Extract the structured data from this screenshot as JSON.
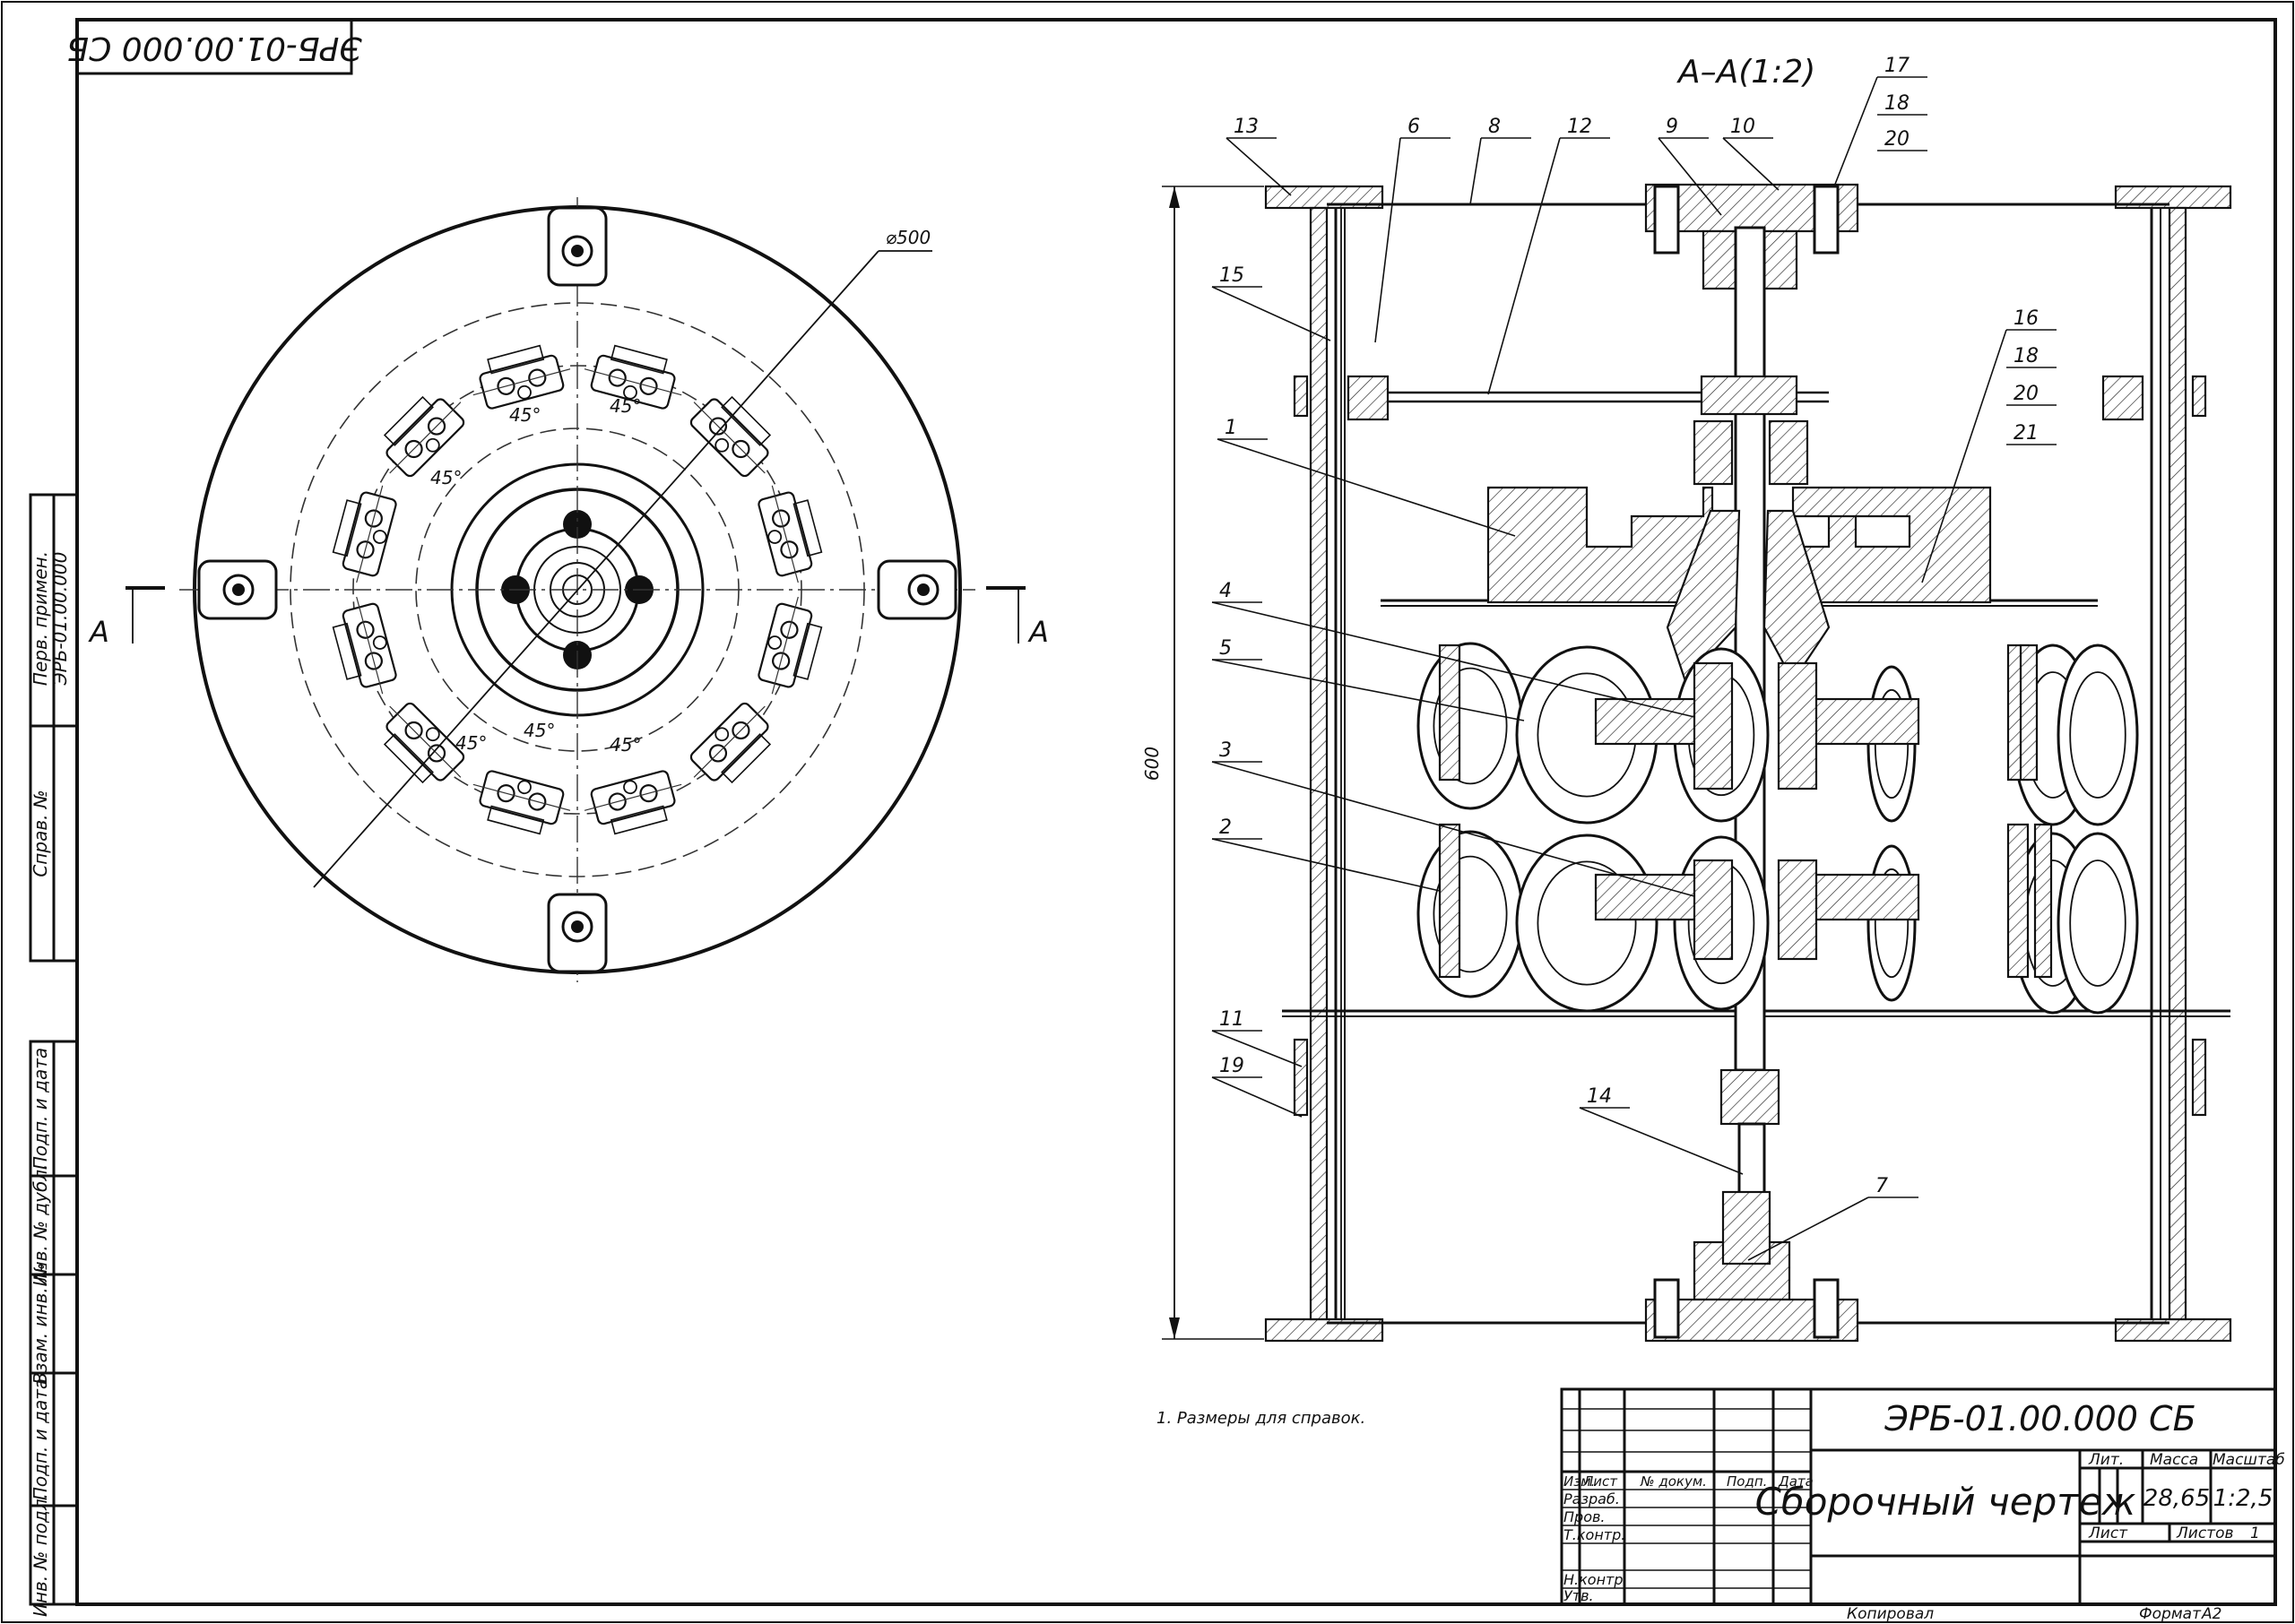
{
  "drawing_code": "ЭРБ-01.00.000 СБ",
  "drawing_code_rotated": "ЭРБ-01.00.000 СБ",
  "section_title": "А–А(1:2)",
  "section_mark": "А",
  "dims": {
    "diameter": "⌀500",
    "height": "600",
    "angle": "45°"
  },
  "callouts": [
    "13",
    "6",
    "8",
    "12",
    "9",
    "10",
    "17",
    "18",
    "20",
    "15",
    "1",
    "16",
    "18",
    "20",
    "21",
    "4",
    "5",
    "3",
    "2",
    "11",
    "19",
    "14",
    "7"
  ],
  "note": "1. Размеры для справок.",
  "side_columns": {
    "upper": [
      "Перв. примен.",
      "ЭРБ-01.00.000",
      "Справ. №"
    ],
    "lower": [
      "Подп. и дата",
      "Инв. № дубл.",
      "Взам. инв. №",
      "Подп. и дата",
      "Инв. № подл."
    ]
  },
  "title_block": {
    "headers": [
      "Изм.",
      "Лист",
      "№ докум.",
      "Подп.",
      "Дата"
    ],
    "roles": [
      "Разраб.",
      "Пров.",
      "Т.контр.",
      "Н.контр.",
      "Утв."
    ],
    "title": "Сборочный чертеж",
    "lit": "Лит.",
    "mass_label": "Масса",
    "scale_label": "Масштаб",
    "mass": "28,65",
    "scale": "1:2,5",
    "sheet": "Лист",
    "sheets": "Листов",
    "sheets_value": "1",
    "copied": "Копировал",
    "format": "Формат",
    "format_value": "А2"
  }
}
